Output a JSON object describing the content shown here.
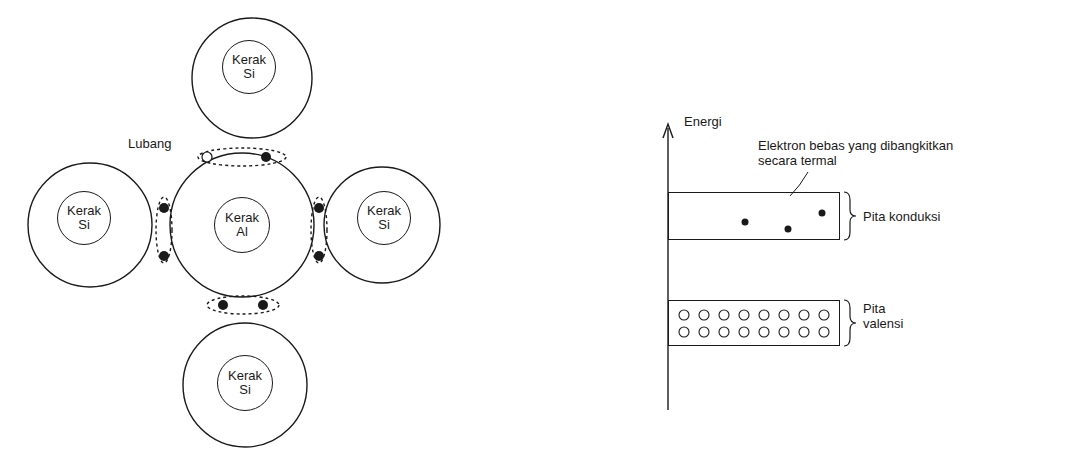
{
  "diagram": {
    "nodes": [
      {
        "text": [
          "Kerak Si"
        ]
      },
      {
        "text": [
          "Kerak Si"
        ]
      },
      {
        "text": [
          "Kerak Al"
        ]
      },
      {
        "text": [
          "Kerak Si"
        ]
      },
      {
        "text": [
          "Kerak Si"
        ]
      },
      {
        "text": [
          "Pita konduksi"
        ]
      },
      {
        "text": [
          "Pita valensi"
        ]
      }
    ],
    "labels": [
      "Lubang",
      "Energi",
      "Elektron bebas yang dibangkitkan secara termal"
    ]
  }
}
